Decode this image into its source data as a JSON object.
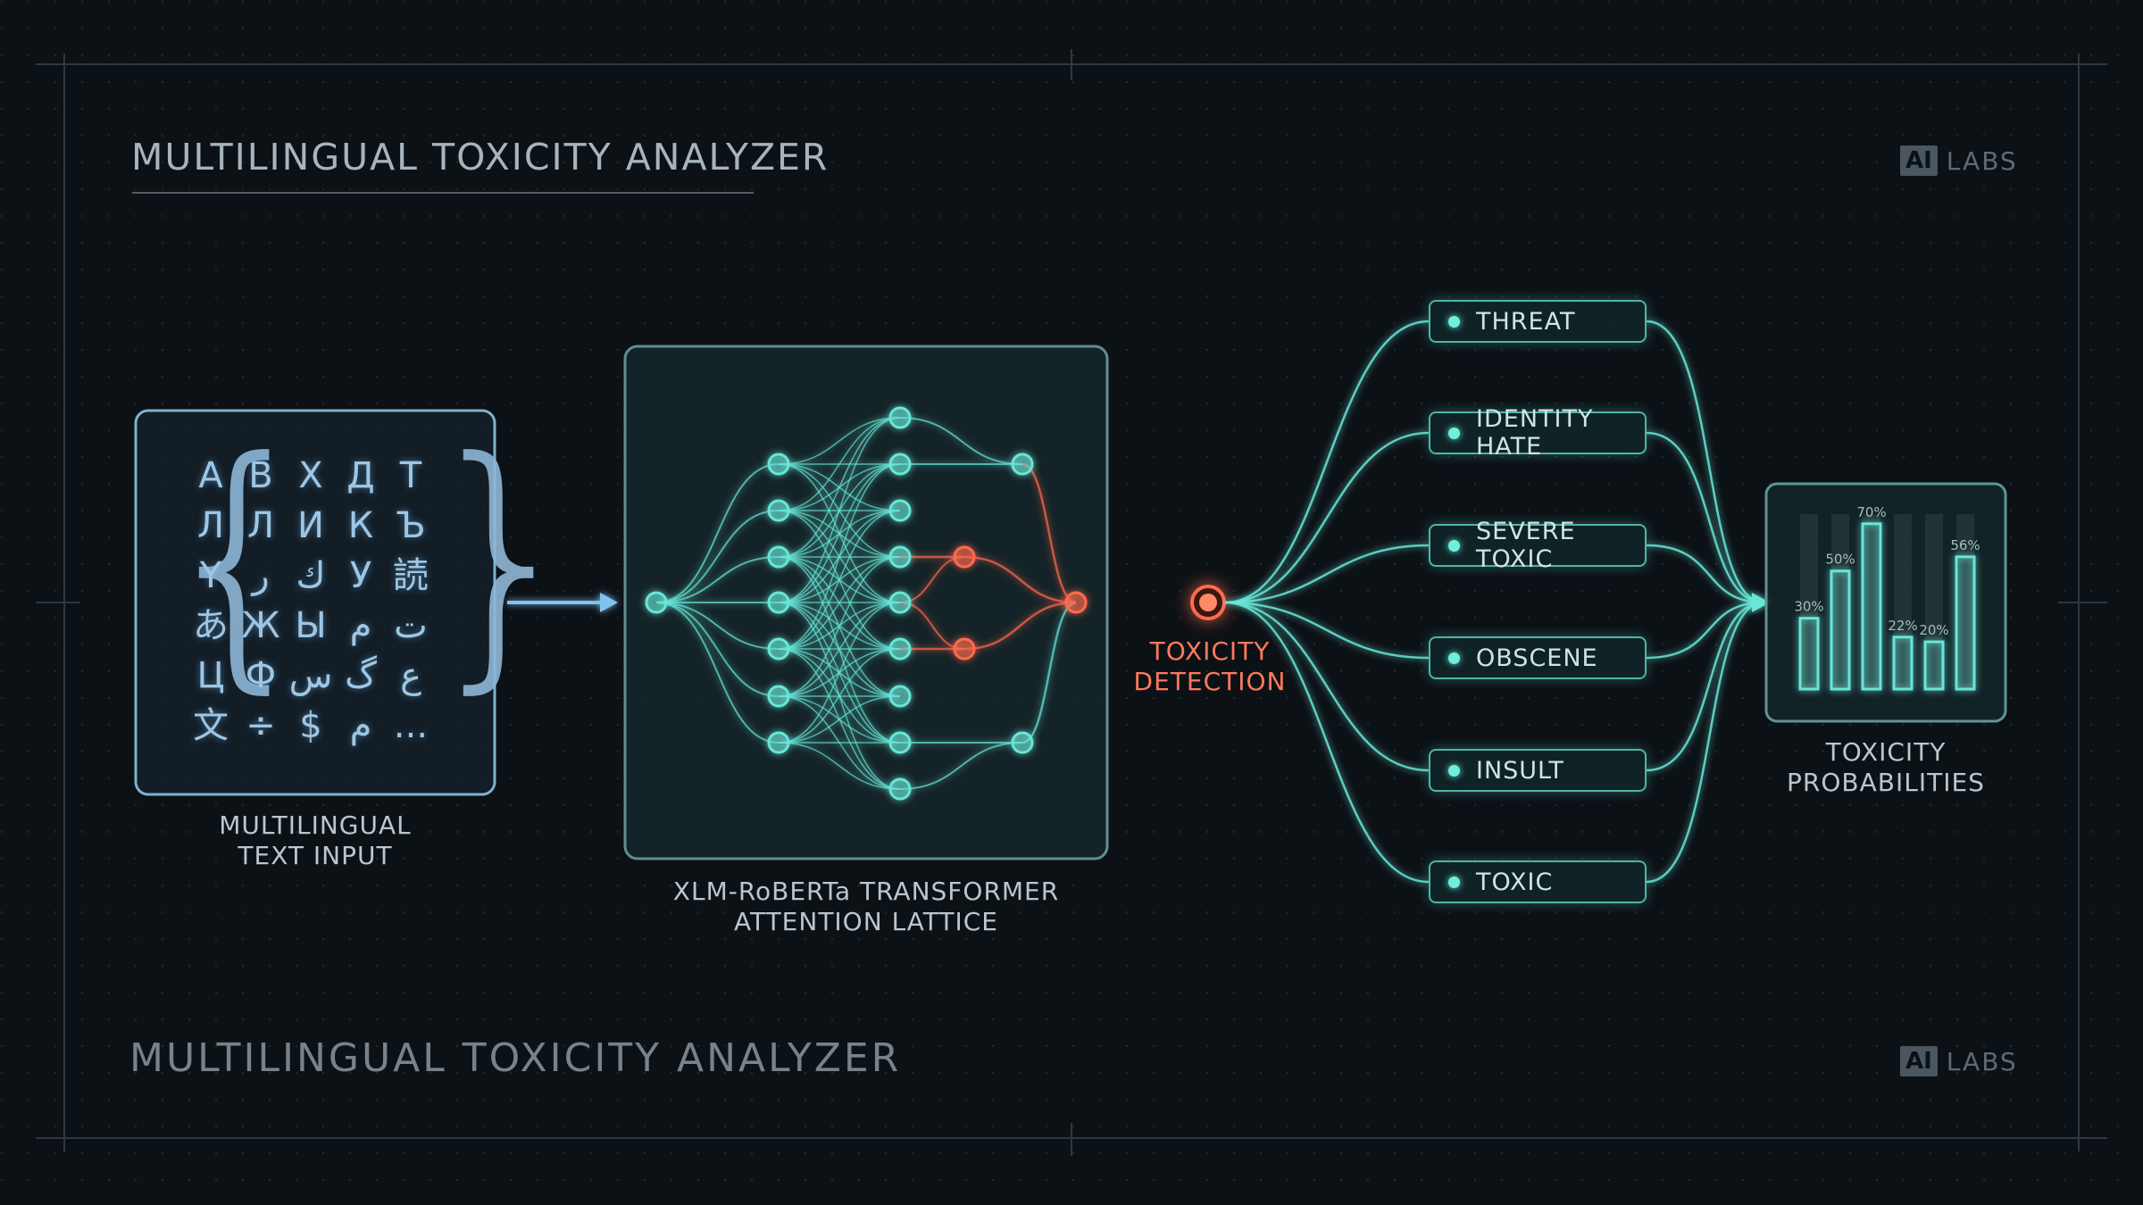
{
  "header": {
    "title": "MULTILINGUAL TOXICITY ANALYZER"
  },
  "footer": {
    "title": "MULTILINGUAL TOXICITY ANALYZER"
  },
  "brand": {
    "ai": "AI",
    "labs": "LABS"
  },
  "input": {
    "label_line1": "MULTILINGUAL",
    "label_line2": "TEXT INPUT",
    "chars": [
      "А",
      "В",
      "Х",
      "Д",
      "Т",
      "Л",
      "Л",
      "И",
      "К",
      "Ъ",
      "Y",
      "ر",
      "ك",
      "У",
      "読",
      "あ",
      "Ж",
      "Ы",
      "م",
      "ت",
      "Ц",
      "Ф",
      "س",
      "گ",
      "ع",
      "文",
      "÷",
      "$",
      "م",
      "..."
    ]
  },
  "transformer": {
    "label_line1": "XLM-RoBERTa TRANSFORMER",
    "label_line2": "ATTENTION LATTICE"
  },
  "detection": {
    "label_line1": "TOXICITY",
    "label_line2": "DETECTION"
  },
  "categories": [
    "THREAT",
    "IDENTITY HATE",
    "SEVERE TOXIC",
    "OBSCENE",
    "INSULT",
    "TOXIC"
  ],
  "probabilities": {
    "label_line1": "TOXICITY",
    "label_line2": "PROBABILITIES"
  },
  "chart_data": {
    "type": "bar",
    "values": [
      30,
      50,
      70,
      22,
      20,
      56
    ],
    "value_labels": [
      "30%",
      "50%",
      "70%",
      "22%",
      "20%",
      "56%"
    ],
    "ylim": [
      0,
      100
    ]
  },
  "colors": {
    "background": "#0c1116",
    "teal": "#67e6d7",
    "blue": "#7fc3ee",
    "red": "#ff6a4d",
    "panel_border": "#7eb2cc"
  }
}
